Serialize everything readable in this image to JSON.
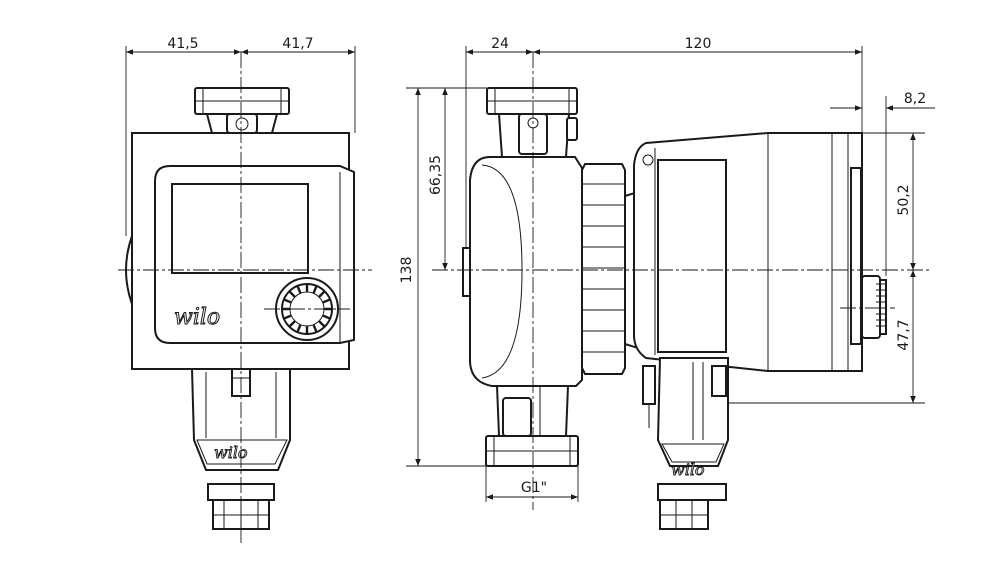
{
  "brand": "wilo",
  "dimensions": {
    "front_left_half": "41,5",
    "front_right_half": "41,7",
    "axis_offset": "24",
    "overall_length": "120",
    "overall_height": "138",
    "upper_height": "66,35",
    "thread": "G1\"",
    "knob_offset": "8,2",
    "head_upper": "50,2",
    "head_lower": "47,7"
  },
  "colors": {
    "line": "#1a1a1a",
    "background": "#ffffff"
  }
}
